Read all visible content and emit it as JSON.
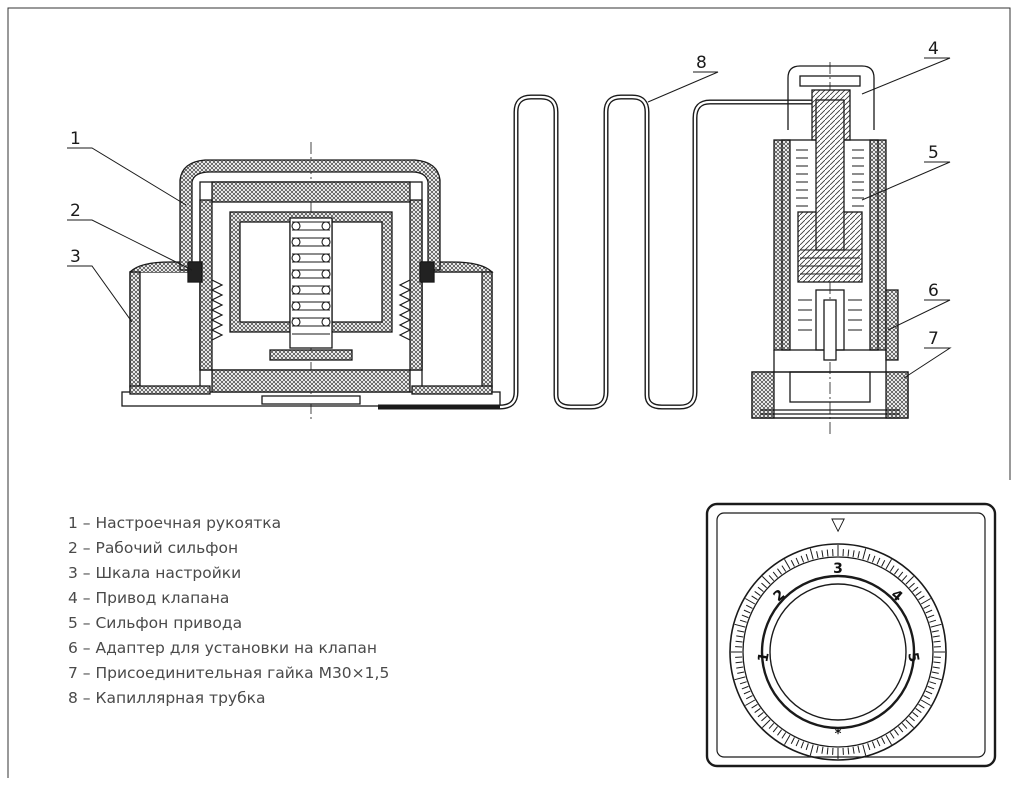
{
  "callouts": [
    "1",
    "2",
    "3",
    "4",
    "5",
    "6",
    "7",
    "8"
  ],
  "legend": [
    "1 – Настроечная рукоятка",
    "2 – Рабочий сильфон",
    "3 – Шкала настройки",
    "4 – Привод клапана",
    "5 – Сильфон привода",
    "6 – Адаптер для установки на клапан",
    "7 – Присоединительная гайка М30×1,5",
    "8 – Капиллярная трубка"
  ],
  "dial": {
    "numbers": [
      "1",
      "2",
      "3",
      "4",
      "5"
    ],
    "setpoint_marker": "▽",
    "frost_symbol": "*"
  },
  "colors": {
    "line": "#1a1a1a",
    "hatch": "#444444",
    "text": "#4a4a4a"
  }
}
